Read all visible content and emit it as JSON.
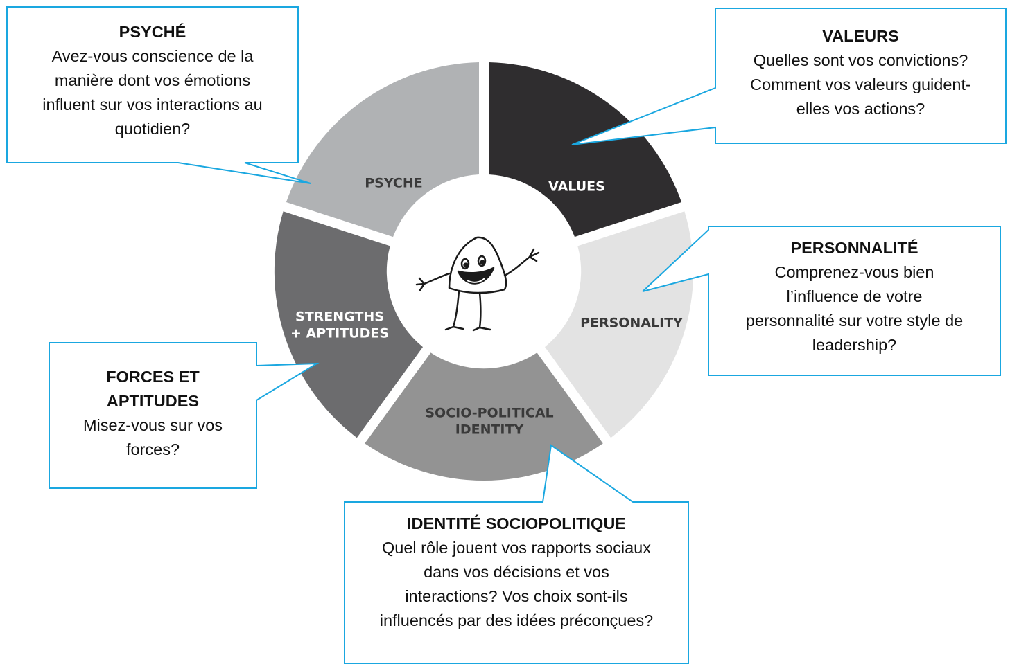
{
  "diagram": {
    "segments": [
      {
        "id": "values",
        "label_lines": [
          "VALUES"
        ],
        "color": "#2f2d2f",
        "text_color": "#ffffff"
      },
      {
        "id": "personality",
        "label_lines": [
          "PERSONALITY"
        ],
        "color": "#e3e3e3",
        "text_color": "#3a3a3a"
      },
      {
        "id": "socio-political",
        "label_lines": [
          "SOCIO-POLITICAL",
          "IDENTITY"
        ],
        "color": "#939393",
        "text_color": "#3a3a3a"
      },
      {
        "id": "strengths",
        "label_lines": [
          "STRENGTHS",
          "+ APTITUDES"
        ],
        "color": "#6c6c6e",
        "text_color": "#ffffff"
      },
      {
        "id": "psyche",
        "label_lines": [
          "PSYCHE"
        ],
        "color": "#b0b2b4",
        "text_color": "#3a3a3a"
      }
    ],
    "center_icon": "smiling-character-icon",
    "callout_border_color": "#1aa7e0"
  },
  "callouts": {
    "psyche": {
      "title": "PSYCHÉ",
      "lines": [
        "Avez-vous conscience de la",
        "manière dont vos émotions",
        "influent sur vos interactions au",
        "quotidien?"
      ]
    },
    "values": {
      "title": "VALEURS",
      "lines": [
        "Quelles sont vos convictions?",
        "Comment vos valeurs guident-",
        "elles vos actions?"
      ]
    },
    "personality": {
      "title": "PERSONNALITÉ",
      "lines": [
        "Comprenez-vous bien",
        "l’influence de votre",
        "personnalité sur votre style de",
        "leadership?"
      ]
    },
    "strengths": {
      "title_lines": [
        "FORCES ET",
        "APTITUDES"
      ],
      "lines": [
        "Misez-vous sur vos",
        "forces?"
      ]
    },
    "socio": {
      "title": "IDENTITÉ SOCIOPOLITIQUE",
      "lines": [
        "Quel rôle jouent vos rapports sociaux",
        "dans vos décisions et vos",
        "interactions? Vos choix sont-ils",
        "influencés par des idées préconçues?"
      ]
    }
  }
}
